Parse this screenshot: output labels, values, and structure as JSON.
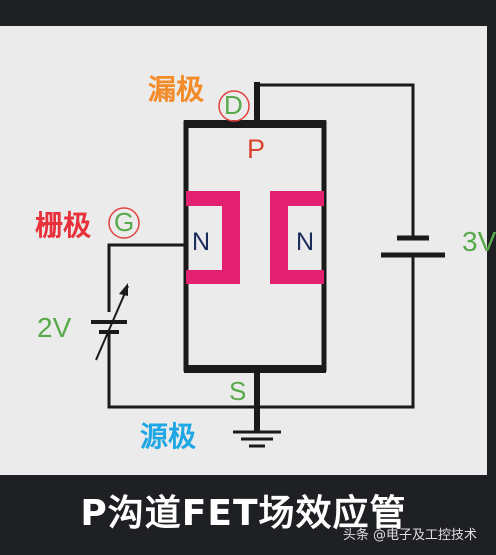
{
  "diagram": {
    "drain_label": "漏极",
    "gate_label": "栅极",
    "source_label": "源极",
    "drain_pin": "D",
    "gate_pin": "G",
    "source_pin": "S",
    "substrate_type": "P",
    "region_left": "N",
    "region_right": "N",
    "gate_voltage": "2V",
    "drain_voltage": "3V"
  },
  "caption": {
    "title": "P沟道FET场效应管",
    "watermark": "头条 @电子及工控技术"
  },
  "colors": {
    "wire": "#1a1a1a",
    "n_region": "#e3206f",
    "drain_label": "#f28b28",
    "gate_label": "#e8313b",
    "source_label": "#1ea7e4",
    "pin": "#57a94a",
    "pin_circle": "#e0423e",
    "substrate_label": "#d8452e",
    "voltage": "#57a94a"
  }
}
